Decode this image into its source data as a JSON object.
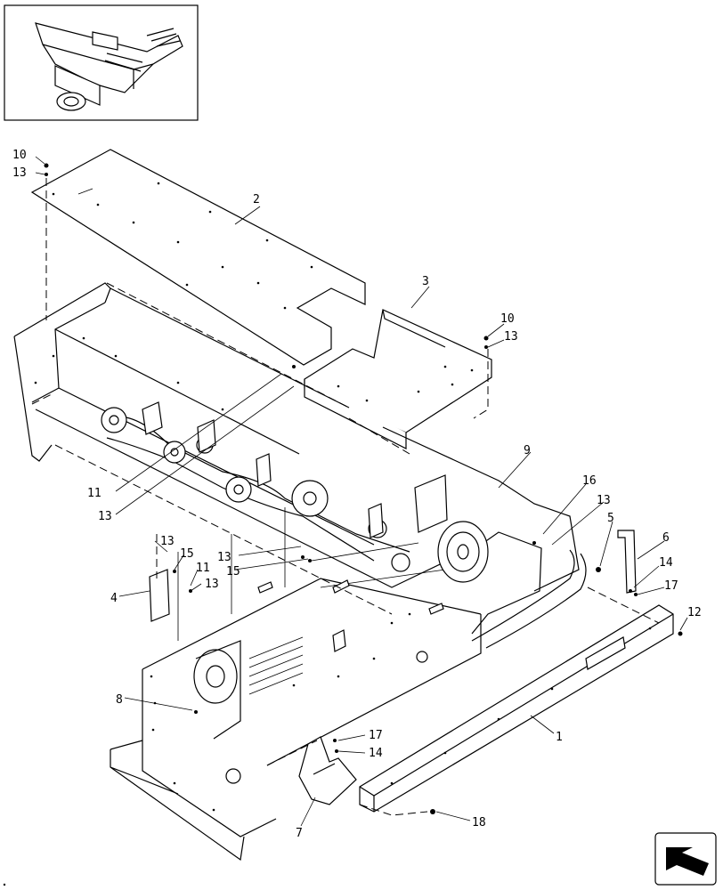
{
  "callouts": [
    {
      "id": "c-10a",
      "text": "10"
    },
    {
      "id": "c-13a",
      "text": "13"
    },
    {
      "id": "c-2",
      "text": "2"
    },
    {
      "id": "c-3",
      "text": "3"
    },
    {
      "id": "c-10b",
      "text": "10"
    },
    {
      "id": "c-13b",
      "text": "13"
    },
    {
      "id": "c-9",
      "text": "9"
    },
    {
      "id": "c-16",
      "text": "16"
    },
    {
      "id": "c-13c",
      "text": "13"
    },
    {
      "id": "c-5",
      "text": "5"
    },
    {
      "id": "c-6",
      "text": "6"
    },
    {
      "id": "c-14a",
      "text": "14"
    },
    {
      "id": "c-17a",
      "text": "17"
    },
    {
      "id": "c-12",
      "text": "12"
    },
    {
      "id": "c-11a",
      "text": "11"
    },
    {
      "id": "c-13d",
      "text": "13"
    },
    {
      "id": "c-13e",
      "text": "13"
    },
    {
      "id": "c-15a",
      "text": "15"
    },
    {
      "id": "c-13f",
      "text": "13"
    },
    {
      "id": "c-15b",
      "text": "15"
    },
    {
      "id": "c-11b",
      "text": "11"
    },
    {
      "id": "c-13g",
      "text": "13"
    },
    {
      "id": "c-4",
      "text": "4"
    },
    {
      "id": "c-8",
      "text": "8"
    },
    {
      "id": "c-1",
      "text": "1"
    },
    {
      "id": "c-17b",
      "text": "17"
    },
    {
      "id": "c-14b",
      "text": "14"
    },
    {
      "id": "c-7",
      "text": "7"
    },
    {
      "id": "c-18",
      "text": "18"
    }
  ],
  "icons": {
    "inset": "machine-overview-thumbnail",
    "nav": "previous-page-arrow-icon"
  }
}
